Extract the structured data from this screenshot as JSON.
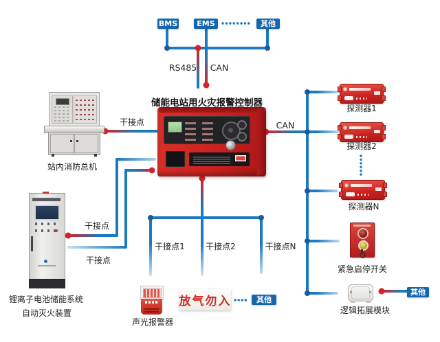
{
  "diagram": {
    "title": "储能电站用火灾报警控制器",
    "top": {
      "bms": "BMS",
      "ems": "EMS",
      "other": "其他",
      "rs485": "RS485",
      "can": "CAN"
    },
    "left": {
      "fire_host": "站内消防总机",
      "dry_contact_host": "干接点",
      "dry_contact_upper": "干接点",
      "dry_contact_lower": "干接点",
      "cabinet_line1": "锂离子电池储能系统",
      "cabinet_line2": "自动灭火装置"
    },
    "right": {
      "can": "CAN",
      "detector1": "探测器1",
      "detector2": "探测器2",
      "detectorN": "探测器N",
      "emergency_switch": "紧急启停开关",
      "logic_module": "逻辑拓展模块",
      "other": "其他"
    },
    "bottom": {
      "dry_contact1": "干接点1",
      "dry_contact2": "干接点2",
      "dry_contactN": "干接点N",
      "sounder": "声光报警器",
      "gas_sign": "放气勿入",
      "other": "其他"
    },
    "colors": {
      "line_blue": "#1a79c1",
      "junction_blue": "#1b5a9b",
      "node_blue": "#1766ad",
      "red": "#d42328"
    }
  }
}
